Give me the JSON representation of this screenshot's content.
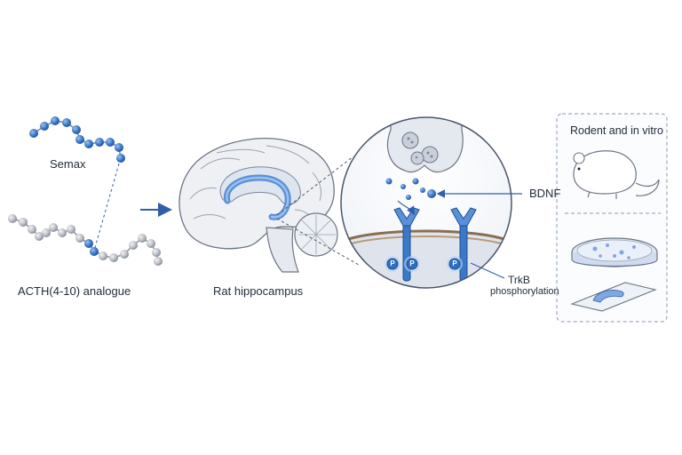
{
  "labels": {
    "semax": "Semax",
    "acth": "ACTH(4-10) analogue",
    "hippocampus": "Rat hippocampus",
    "bdnf": "BDNF",
    "trkb": "TrkB",
    "phosphorylation": "phosphorylation",
    "models": "Rodent and in vitro",
    "phospho_mark": "P"
  },
  "colors": {
    "accent": "#2f6fc0",
    "accent_light": "#7fa8e0",
    "bead_grey": "#b8bcc4",
    "line": "#5a6678",
    "panel_border": "#8a9ab0"
  }
}
